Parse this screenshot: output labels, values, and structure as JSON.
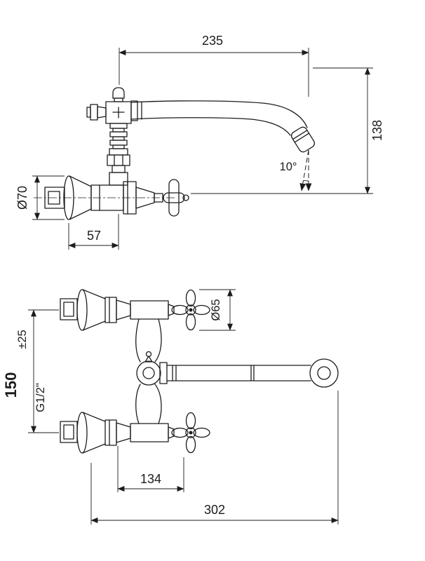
{
  "meta": {
    "drawing_type": "wall-mounted faucet technical dimension drawing"
  },
  "colors": {
    "line": "#1c1c1c",
    "background": "#ffffff"
  },
  "top_view": {
    "dim_spout_reach": "235",
    "dim_height": "138",
    "dim_angle": "10°",
    "dim_flange_diameter": "Ø70",
    "dim_wall_offset": "57"
  },
  "front_view": {
    "dim_handle_diameter": "Ø65",
    "dim_tolerance": "±25",
    "dim_inlet_distance": "150",
    "dim_thread": "G1/2\"",
    "dim_body_depth": "134",
    "dim_total_reach": "302"
  }
}
